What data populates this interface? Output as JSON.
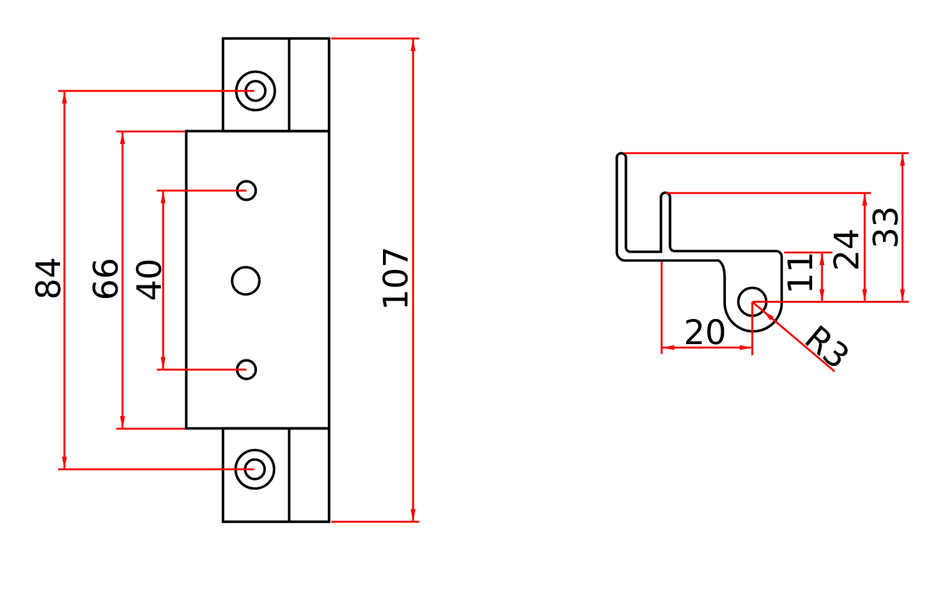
{
  "drawing": {
    "kind": "technical-drawing",
    "subject": "hinge-bracket-two-views",
    "colors": {
      "geometry": "#000000",
      "dimension_lines": "#f60505",
      "background": "#ffffff"
    },
    "front_view": {
      "dims": {
        "counterbore_centers": "84",
        "mid_section_height": "66",
        "small_hole_spacing": "40",
        "overall_height": "107"
      }
    },
    "side_view": {
      "dims": {
        "overall_height": "33",
        "flange_height": "24",
        "knuckle_drop": "11",
        "knuckle_offset": "20",
        "pin_hole_radius": "R3"
      }
    }
  }
}
